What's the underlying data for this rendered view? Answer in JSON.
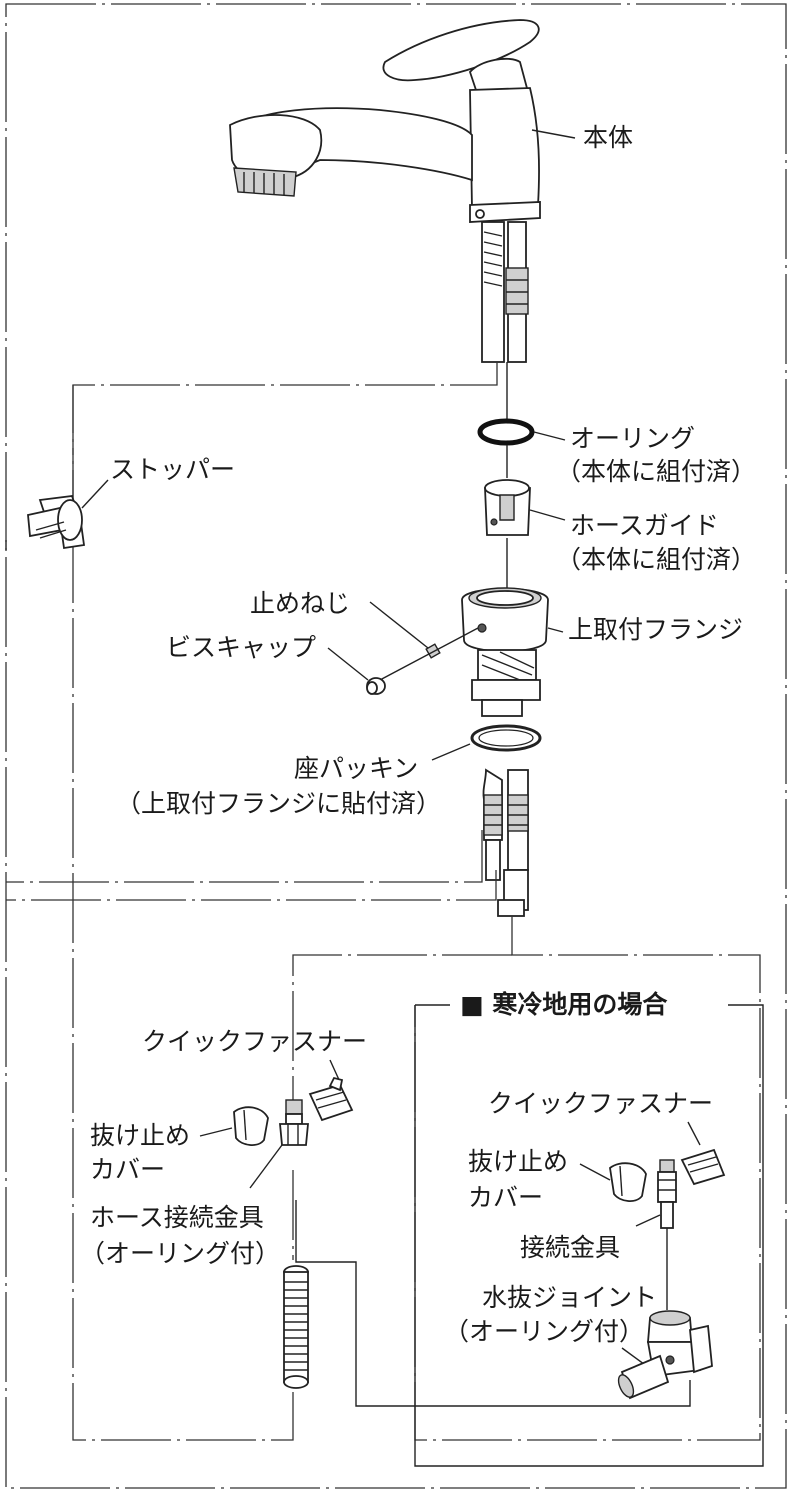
{
  "labels": {
    "body": "本体",
    "oring": "オーリング",
    "oring_note": "（本体に組付済）",
    "hose_guide": "ホースガイド",
    "hose_guide_note": "（本体に組付済）",
    "stopper": "ストッパー",
    "set_screw": "止めねじ",
    "screw_cap": "ビスキャップ",
    "upper_flange": "上取付フランジ",
    "seat_packing": "座パッキン",
    "seat_packing_note": "（上取付フランジに貼付済）",
    "quick_fastener": "クイックファスナー",
    "retainer_cover_1": "抜け止め",
    "retainer_cover_2": "カバー",
    "hose_fitting": "ホース接続金具",
    "hose_fitting_note": "（オーリング付）",
    "cold_box_title": "■ 寒冷地用の場合",
    "cold_quick_fastener": "クイックファスナー",
    "cold_retainer_cover_1": "抜け止め",
    "cold_retainer_cover_2": "カバー",
    "cold_fitting": "接続金具",
    "drain_joint": "水抜ジョイント",
    "drain_joint_note": "（オーリング付）"
  }
}
